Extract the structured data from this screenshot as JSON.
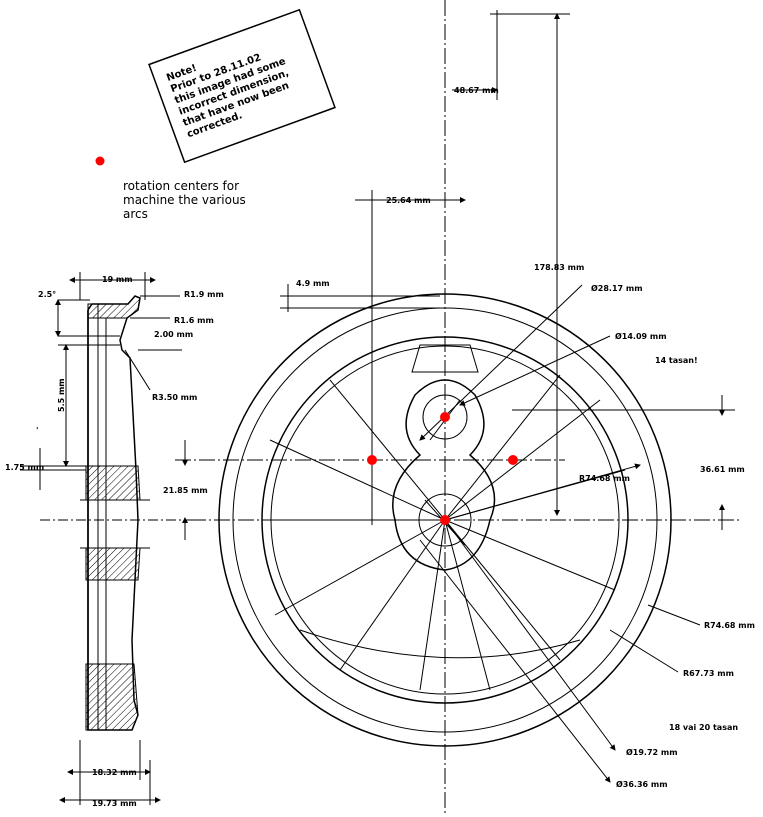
{
  "note": {
    "lines": [
      "Note!",
      "Prior to 28.11.02",
      "this image had some",
      "incorrect dimension,",
      "that have now been",
      "corrected."
    ]
  },
  "legend": {
    "lines": [
      "rotation centers for",
      "machine the various",
      "arcs"
    ],
    "marker_color": "#ff0000"
  },
  "colors": {
    "line": "#000000",
    "marker": "#ff0000",
    "background": "#ffffff"
  },
  "side_view": {
    "dim_19": "19 mm",
    "angle_2_5": "2.5°",
    "r_1_9": "R1.9 mm",
    "r_1_6": "R1.6 mm",
    "dim_2_00": "2.00 mm",
    "dim_5_5": "5.5 mm",
    "r_3_50": "R3.50 mm",
    "dim_1_75": "1.75 mm",
    "dim_18_32": "18.32 mm",
    "dim_19_73": "19.73 mm",
    "tick_mark": "'"
  },
  "front_view": {
    "dim_48_67": "48.67 mm",
    "dim_25_64": "25.64 mm",
    "dim_178_83": "178.83 mm",
    "dim_4_9": "4.9 mm",
    "d_28_17": "Ø28.17 mm",
    "d_14_09": "Ø14.09 mm",
    "note_14": "14 tasan!",
    "r_74_68_inner": "R74.68 mm",
    "dim_36_61": "36.61 mm",
    "dim_21_85": "21.85 mm",
    "r_74_68": "R74.68 mm",
    "r_67_73": "R67.73 mm",
    "note_18_20": "18 vai 20 tasan",
    "d_19_72": "Ø19.72 mm",
    "d_36_36": "Ø36.36 mm"
  }
}
